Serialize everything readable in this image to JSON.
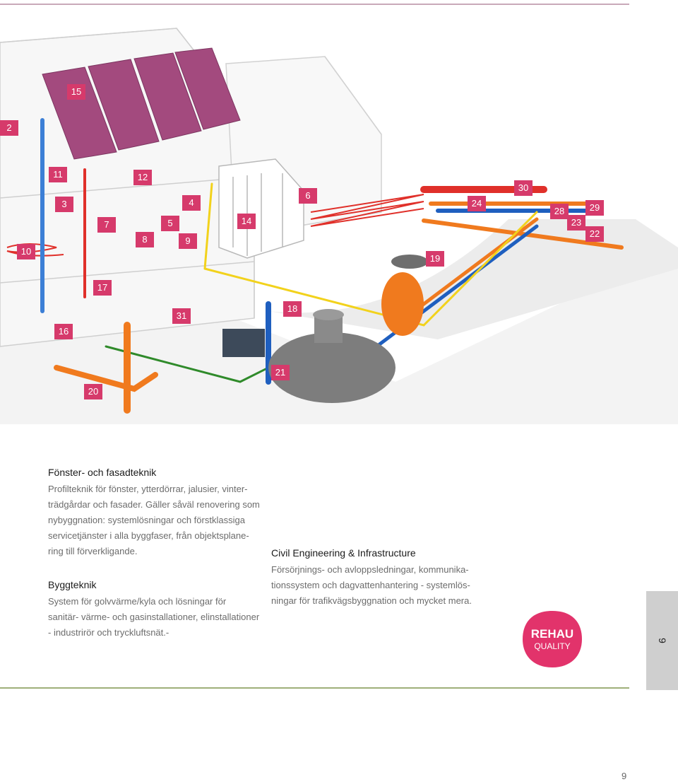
{
  "callouts": [
    "15",
    "2",
    "11",
    "12",
    "3",
    "4",
    "6",
    "30",
    "24",
    "28",
    "29",
    "7",
    "5",
    "14",
    "23",
    "22",
    "8",
    "9",
    "10",
    "19",
    "17",
    "18",
    "31",
    "16",
    "21",
    "20"
  ],
  "section_fonster": {
    "heading": "Fönster- och fasadteknik",
    "lines": [
      "Profilteknik för fönster, ytterdörrar, jalusier, vinter-",
      "trädgårdar och fasader. Gäller såväl renovering som",
      "nybyggnation: systemlösningar och förstklassiga",
      "servicetjänster i alla byggfaser, från objektsplane-",
      "ring till förverkligande."
    ]
  },
  "section_byggteknik": {
    "heading": "Byggteknik",
    "lines": [
      "System för golvvärme/kyla och lösningar för",
      "sanitär- värme- och gasinstallationer, elinstallationer",
      "- industrirör och tryckluftsnät.-"
    ]
  },
  "section_civil": {
    "heading": "Civil Engineering & Infrastructure",
    "lines": [
      "Försörjnings- och avloppsledningar, kommunika-",
      "tionssystem och dagvattenhantering - systemlös-",
      "ningar för trafikvägsbyggnation och mycket mera."
    ]
  },
  "logo": {
    "line1": "REHAU",
    "line2": "QUALITY",
    "color": "#e2336b"
  },
  "side_tab": "9",
  "page_number": "9",
  "colors": {
    "callout": "#d63a6b",
    "pipe_red": "#e0302a",
    "pipe_blue": "#1f5fbf",
    "pipe_orange": "#f07a1e",
    "pipe_yellow": "#f2d21c",
    "pipe_green": "#2f8a2a",
    "solar_panel": "#a34a7e"
  }
}
